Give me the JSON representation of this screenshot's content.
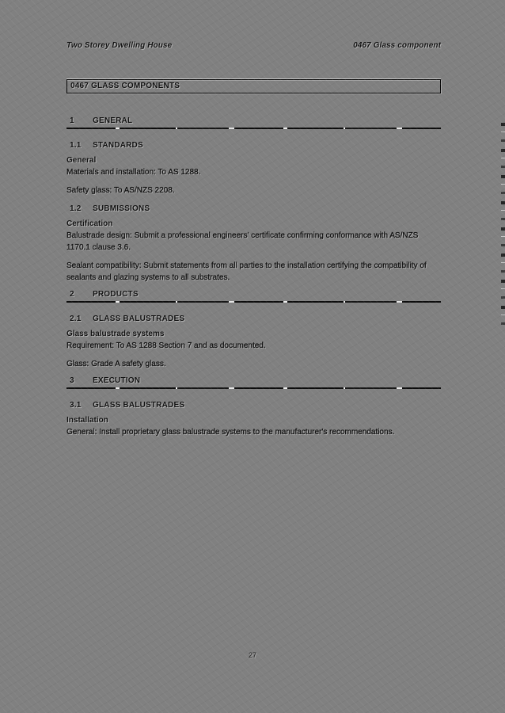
{
  "colors": {
    "page_background": "#808080",
    "ink": "#101010"
  },
  "document": {
    "header_left": "Two Storey Dwelling House",
    "header_right": "0467 Glass component",
    "title": "0467 GLASS COMPONENTS",
    "page_number": "27",
    "sections": [
      {
        "number": "1",
        "heading": "GENERAL",
        "subsections": [
          {
            "number": "1.1",
            "heading": "STANDARDS",
            "blocks": [
              {
                "label": "General",
                "paragraphs": [
                  "Materials and installation: To AS 1288.",
                  "Safety glass: To AS/NZS 2208."
                ]
              }
            ]
          },
          {
            "number": "1.2",
            "heading": "SUBMISSIONS",
            "blocks": [
              {
                "label": "Certification",
                "paragraphs": [
                  "Balustrade design: Submit a professional engineers' certificate confirming conformance with AS/NZS 1170.1 clause 3.6.",
                  "Sealant compatibility: Submit statements from all parties to the installation certifying the compatibility of sealants and glazing systems to all substrates."
                ]
              }
            ]
          }
        ]
      },
      {
        "number": "2",
        "heading": "PRODUCTS",
        "subsections": [
          {
            "number": "2.1",
            "heading": "GLASS BALUSTRADES",
            "blocks": [
              {
                "label": "Glass balustrade systems",
                "paragraphs": [
                  "Requirement: To AS 1288 Section 7 and as documented.",
                  "Glass: Grade A safety glass."
                ]
              }
            ]
          }
        ]
      },
      {
        "number": "3",
        "heading": "EXECUTION",
        "subsections": [
          {
            "number": "3.1",
            "heading": "GLASS BALUSTRADES",
            "blocks": [
              {
                "label": "Installation",
                "paragraphs": [
                  "General: Install proprietary glass balustrade systems to the manufacturer's recommendations."
                ]
              }
            ]
          }
        ]
      }
    ]
  }
}
